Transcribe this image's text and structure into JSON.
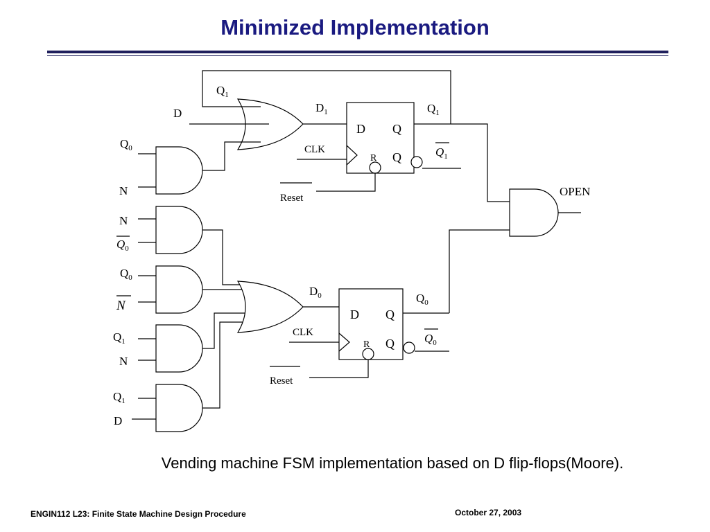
{
  "slide": {
    "title": "Minimized Implementation",
    "caption": "Vending machine FSM implementation based on D flip-flops(Moore).",
    "footer_left": "ENGIN112  L23: Finite State Machine Design Procedure",
    "footer_right": "October 27, 2003"
  },
  "colors": {
    "title": "#1a1a80",
    "rule": "#1f1f5c"
  },
  "diagram": {
    "or1_inputs": {
      "q1": "Q",
      "q1_sub": "1",
      "d": "D"
    },
    "and_top": {
      "q0": "Q",
      "q0_sub": "0",
      "n": "N"
    },
    "ff1": {
      "d_in": "D",
      "d_in_sub": "1",
      "d": "D",
      "q": "Q",
      "qbar": "Q",
      "clk": "CLK",
      "r": "R",
      "reset": "Reset",
      "q_out": "Q",
      "q_out_sub": "1",
      "qbar_out": "Q",
      "qbar_out_sub": "1"
    },
    "open_label": "OPEN",
    "and2": {
      "n": "N",
      "q0bar": "Q",
      "q0bar_sub": "0"
    },
    "and3": {
      "q0": "Q",
      "q0_sub": "0",
      "nbar": "N"
    },
    "and4": {
      "q1": "Q",
      "q1_sub": "1",
      "n": "N"
    },
    "and5": {
      "q1": "Q",
      "q1_sub": "1",
      "d": "D"
    },
    "ff0": {
      "d_in": "D",
      "d_in_sub": "0",
      "d": "D",
      "q": "Q",
      "qbar": "Q",
      "clk": "CLK",
      "r": "R",
      "reset": "Reset",
      "q_out": "Q",
      "q_out_sub": "0",
      "qbar_out": "Q",
      "qbar_out_sub": "0"
    }
  }
}
